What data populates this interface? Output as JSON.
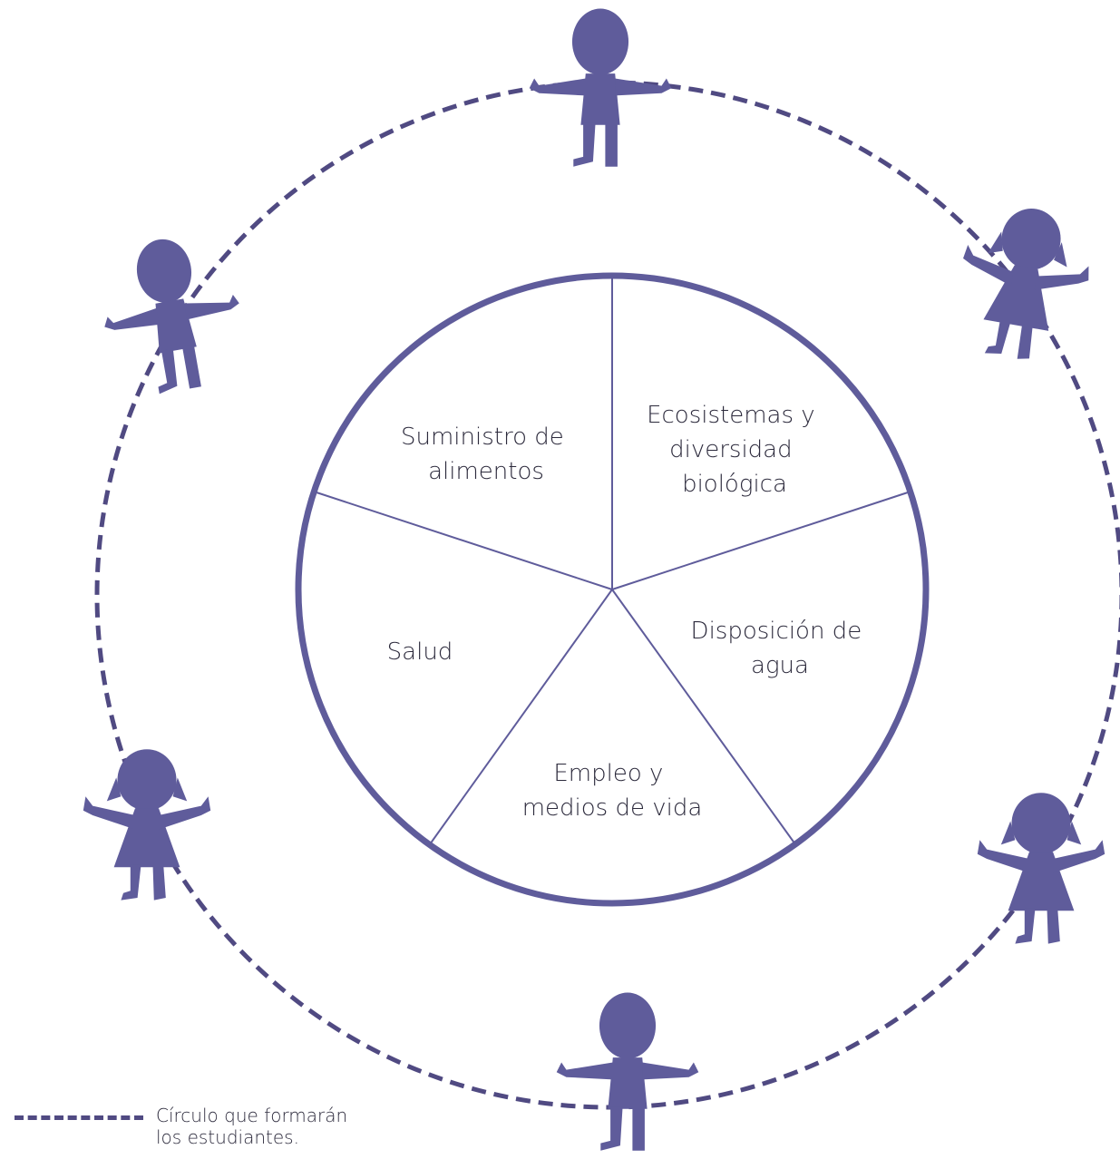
{
  "colors": {
    "primary": "#5f5c9b",
    "dash": "#504a82",
    "text": "#2c2a3c"
  },
  "segments": [
    {
      "label_lines": [
        "Ecosistemas y",
        "diversidad",
        "biológica"
      ]
    },
    {
      "label_lines": [
        "Disposición de",
        "agua"
      ]
    },
    {
      "label_lines": [
        "Empleo y",
        "medios de vida"
      ]
    },
    {
      "label_lines": [
        "Salud"
      ]
    },
    {
      "label_lines": [
        "Suministro de",
        "alimentos"
      ]
    }
  ],
  "legend": {
    "line_icon": "dashed-line",
    "text_lines": [
      "Círculo que formarán",
      "los estudiantes."
    ]
  },
  "figures": [
    {
      "icon": "child-silhouette-icon",
      "kind": "boy"
    },
    {
      "icon": "child-silhouette-icon",
      "kind": "girl"
    },
    {
      "icon": "child-silhouette-icon",
      "kind": "girl"
    },
    {
      "icon": "child-silhouette-icon",
      "kind": "boy"
    },
    {
      "icon": "child-silhouette-icon",
      "kind": "girl"
    },
    {
      "icon": "child-silhouette-icon",
      "kind": "boy"
    }
  ]
}
